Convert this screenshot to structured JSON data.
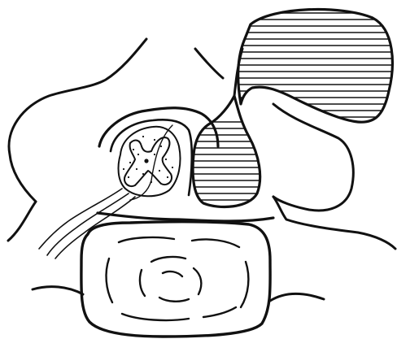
{
  "figure": {
    "labels": [],
    "ink_color": "#111111",
    "background_color": "#ffffff",
    "regions": [
      "body-outline",
      "spinal-canal",
      "spinal-cord",
      "nerve-root",
      "pedicle-cyst",
      "dorsal-cyst",
      "vertebral-body"
    ]
  }
}
